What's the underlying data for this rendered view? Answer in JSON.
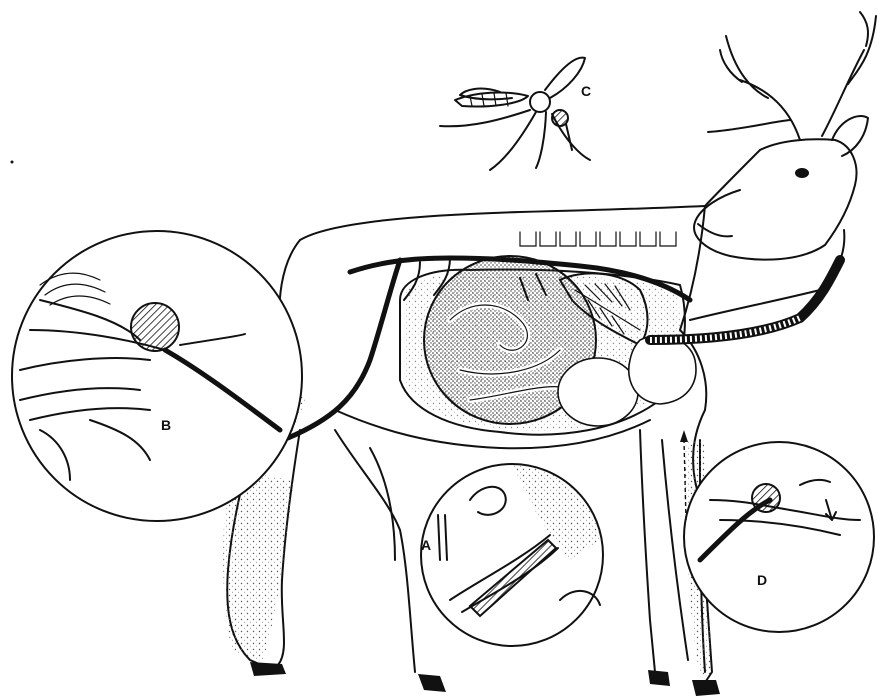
{
  "labels": {
    "a": "A",
    "b": "B",
    "c": "C",
    "d": "D"
  },
  "colors": {
    "ink": "#111111",
    "paper": "#ffffff",
    "stipple": "#7a7a7a"
  }
}
